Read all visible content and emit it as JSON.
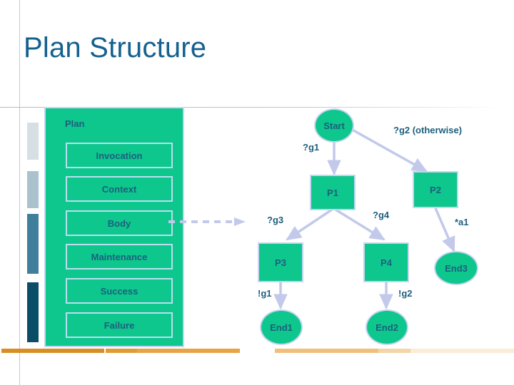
{
  "slide": {
    "title": "Plan Structure",
    "background_color": "#ffffff",
    "title_color": "#14618f",
    "node_fill_color": "#0dc78d",
    "node_border_color": "#c7d4f2",
    "node_text_color": "#1d5f7d",
    "arrow_color": "#c2c9ea",
    "accent_orange": "#d98e23"
  },
  "plan_panel": {
    "label": "Plan",
    "items": [
      {
        "label": "Invocation"
      },
      {
        "label": "Context"
      },
      {
        "label": "Body"
      },
      {
        "label": "Maintenance"
      },
      {
        "label": "Success"
      },
      {
        "label": "Failure"
      }
    ]
  },
  "diagram": {
    "nodes": [
      {
        "id": "start",
        "label": "Start",
        "shape": "circle"
      },
      {
        "id": "p1",
        "label": "P1",
        "shape": "rect"
      },
      {
        "id": "p2",
        "label": "P2",
        "shape": "rect"
      },
      {
        "id": "p3",
        "label": "P3",
        "shape": "rect"
      },
      {
        "id": "p4",
        "label": "P4",
        "shape": "rect"
      },
      {
        "id": "end1",
        "label": "End1",
        "shape": "circle"
      },
      {
        "id": "end2",
        "label": "End2",
        "shape": "circle"
      },
      {
        "id": "end3",
        "label": "End3",
        "shape": "circle"
      }
    ],
    "edge_labels": [
      {
        "id": "g1",
        "label": "?g1",
        "from": "start",
        "to": "p1"
      },
      {
        "id": "g2",
        "label": "?g2 (otherwise)",
        "from": "start",
        "to": "p2"
      },
      {
        "id": "g3",
        "label": "?g3",
        "from": "p1",
        "to": "p3"
      },
      {
        "id": "g4",
        "label": "?g4",
        "from": "p1",
        "to": "p4"
      },
      {
        "id": "a1",
        "label": "*a1",
        "from": "p2",
        "to": "end3"
      },
      {
        "id": "bang_g1",
        "label": "!g1",
        "from": "p3",
        "to": "end1"
      },
      {
        "id": "bang_g2",
        "label": "!g2",
        "from": "p4",
        "to": "end2"
      }
    ]
  }
}
